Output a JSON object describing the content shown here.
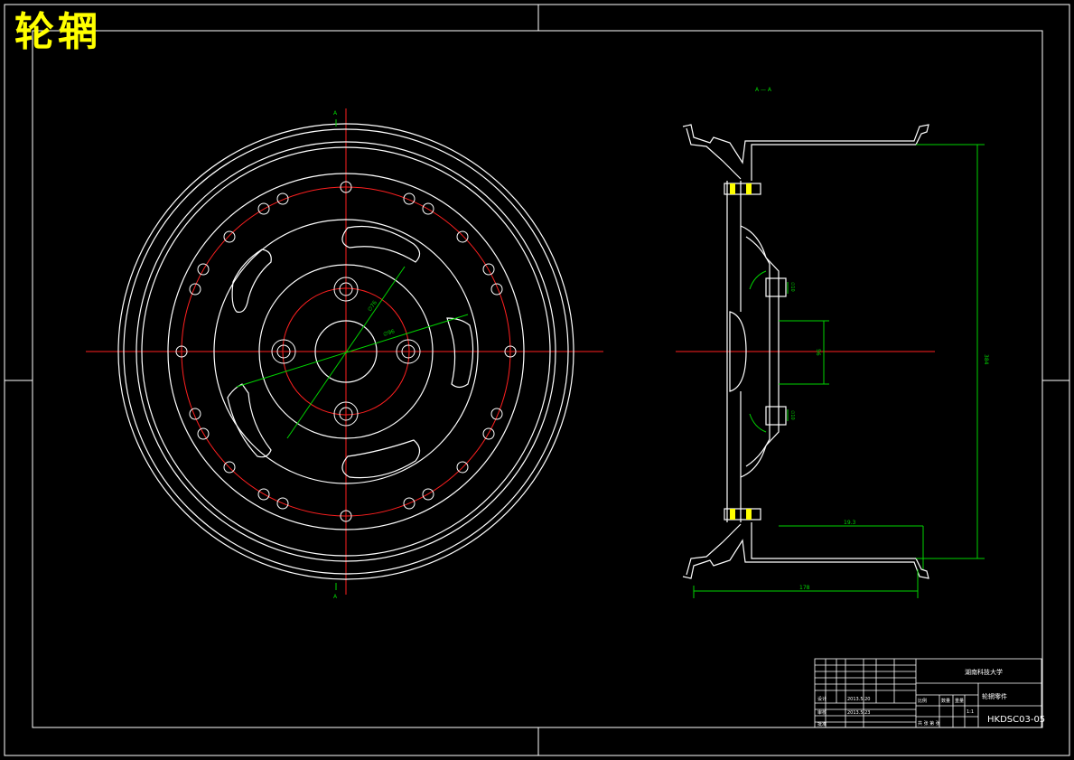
{
  "title": "轮辋",
  "views": {
    "front": {
      "section_mark_top": "A",
      "section_mark_bottom": "A"
    },
    "section": {
      "label": "A — A"
    }
  },
  "dimensions": {
    "width_bottom": "178",
    "inner_offset": "19.3",
    "overall_height": "384",
    "hub_bore": "56",
    "bolt_hole_upper": "∅10",
    "bolt_hole_lower": "∅10",
    "pcd_small": "∅76",
    "pcd_large": "∅96"
  },
  "title_block": {
    "school": "湖南科技大学",
    "part_name": "轮辋零件",
    "drawing_no": "HKDSC03-05",
    "row_designer": "设计",
    "row_checker": "审核",
    "row_date1": "2013.5.20",
    "row_date2": "2013.5.23",
    "row_approve": "批准",
    "scale_label": "比例",
    "qty_label": "数量",
    "mass_label": "重量",
    "sheet_label": "共 张 第 张",
    "scale_value": "1:1"
  },
  "colors": {
    "line": "#ffffff",
    "center": "#ff2020",
    "dim": "#00d400",
    "title": "#ffff00"
  }
}
